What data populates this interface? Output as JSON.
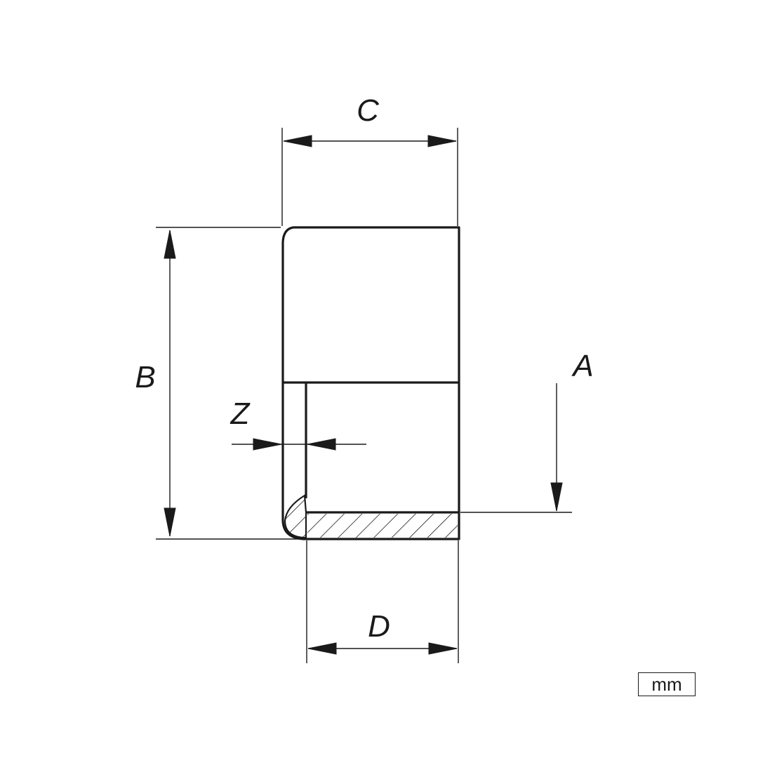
{
  "labels": {
    "a": "A",
    "b": "B",
    "c": "C",
    "d": "D",
    "z": "Z"
  },
  "unit": "mm"
}
